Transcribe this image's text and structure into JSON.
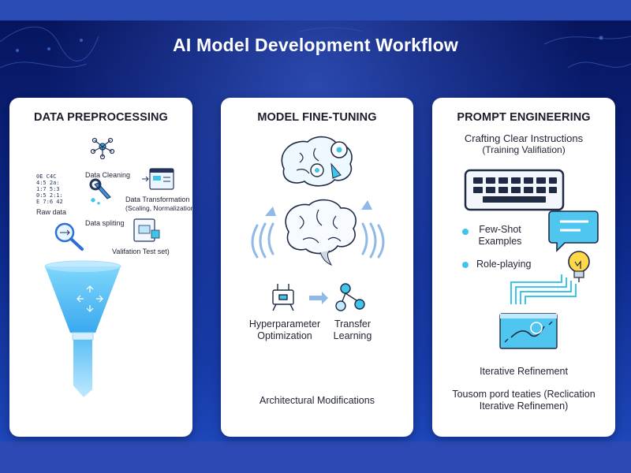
{
  "title": "AI Model Development Workflow",
  "cards": [
    {
      "heading": "DATA PREPROCESSING",
      "labels": {
        "raw_text": "0E C4C\n4:5 2a:\n1:7 5:3\n0:5 2:1:\nE 7:6 42",
        "raw_data": "Raw data",
        "data_cleaning": "Data Cleaning",
        "data_transformation": "Data Transformation",
        "scaling": "(Scaling, Normalization)",
        "data_splitting": "Data spliting",
        "validation": "Valifation Test set)"
      }
    },
    {
      "heading": "MODEL FINE-TUNING",
      "labels": {
        "hyperparameter": "Hyperparameter\nOptimization",
        "transfer": "Transfer\nLearning",
        "architectural": "Architectural Modifications"
      }
    },
    {
      "heading": "PROMPT ENGINEERING",
      "labels": {
        "subtitle": "Crafting Clear Instructions",
        "subtitle2": "(Training Valifiation)",
        "few_shot": "Few-Shot\nExamples",
        "role_playing": "Role-playing",
        "iterative": "Iterative Refinement",
        "footer": "Tousom pord teaties (Reclication\nIterative Refinemen)"
      }
    }
  ],
  "colors": {
    "accent": "#3fc4ea",
    "funnel": "#5cc8f5",
    "ink": "#1f2a44",
    "arrow": "#8fb9e8"
  }
}
